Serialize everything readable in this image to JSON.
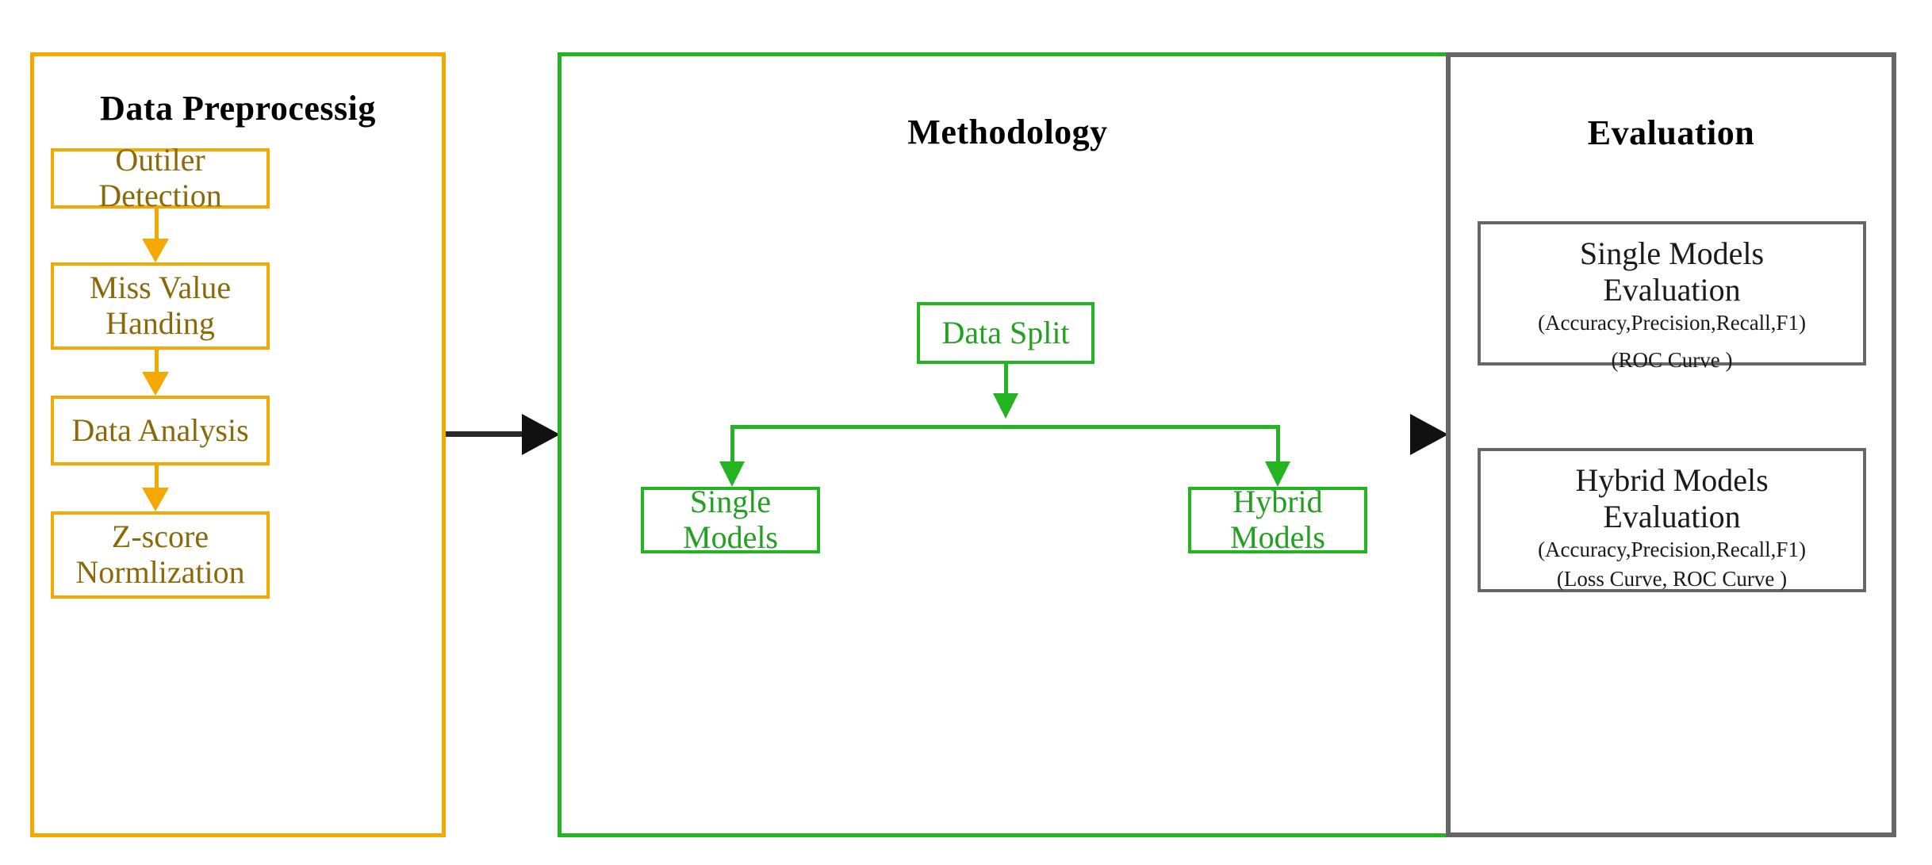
{
  "diagram": {
    "title_bar": "",
    "colors": {
      "preprocessing": "#F5A800",
      "preprocessing_text": "#8A6A08",
      "methodology": "#22B521",
      "methodology_text": "#22A021",
      "evaluation": "#666666",
      "evaluation_text": "#1a1a1a",
      "connector": "#111111",
      "background": "#FFFFFF"
    }
  },
  "panels": {
    "preprocessing": {
      "title": "Data Preprocessig",
      "nodes": [
        {
          "label": "Outiler Detection"
        },
        {
          "line1": "Miss Value",
          "line2": "Handing"
        },
        {
          "label": "Data Analysis"
        },
        {
          "line1": "Z-score",
          "line2": "Normlization"
        }
      ]
    },
    "methodology": {
      "title": "Methodology",
      "nodes": {
        "data_split": "Data Split",
        "single_models": "Single Models",
        "hybrid_models": "Hybrid Models"
      }
    },
    "evaluation": {
      "title": "Evaluation",
      "nodes": [
        {
          "title_line1": "Single Models",
          "title_line2": "Evaluation",
          "metrics": "(Accuracy,Precision,Recall,F1)",
          "curves": "(ROC Curve )"
        },
        {
          "title_line1": "Hybrid Models",
          "title_line2": "Evaluation",
          "metrics": "(Accuracy,Precision,Recall,F1)",
          "curves": "(Loss Curve, ROC Curve )"
        }
      ]
    }
  },
  "connectors": {
    "preprocessing_to_methodology": "arrow-right",
    "methodology_to_evaluation": "arrow-right",
    "internal_arrow": "arrow-down"
  }
}
